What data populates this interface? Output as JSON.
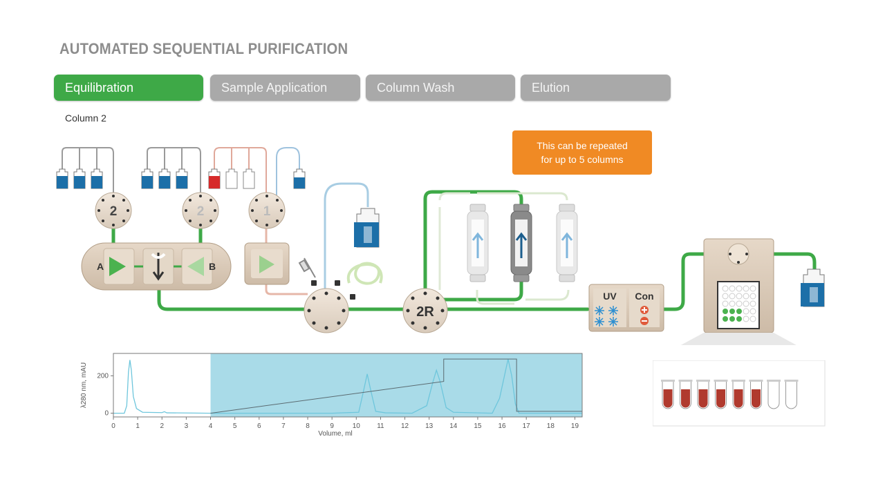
{
  "title": "AUTOMATED SEQUENTIAL PURIFICATION",
  "tabs": [
    {
      "label": "Equilibration",
      "active": true
    },
    {
      "label": "Sample Application",
      "active": false
    },
    {
      "label": "Column Wash",
      "active": false
    },
    {
      "label": "Elution",
      "active": false
    }
  ],
  "column_label": "Column 2",
  "note": {
    "line1": "This can be repeated",
    "line2": "for up to 5 columns"
  },
  "valves": {
    "left": "2",
    "middle": "2",
    "right": "1",
    "column_valve": "2R"
  },
  "pump_labels": {
    "a": "A",
    "b": "B"
  },
  "detector": {
    "uv": "UV",
    "con": "Con"
  },
  "colors": {
    "active_tab": "#3ea947",
    "inactive_tab": "#a9a9a9",
    "flow": "#3ea947",
    "note": "#f08a24",
    "buffer": "#1c6fa8",
    "fraction": "#b03a2e"
  },
  "chart_data": {
    "type": "line",
    "xlabel": "Volume, ml",
    "ylabel": "λ280 nm, mAU",
    "xlim": [
      0,
      19.3
    ],
    "ylim": [
      -20,
      320
    ],
    "xticks": [
      0,
      1,
      2,
      3,
      4,
      5,
      6,
      7,
      8,
      9,
      10,
      11,
      12,
      13,
      14,
      15,
      16,
      17,
      18,
      19
    ],
    "yticks": [
      0,
      200
    ],
    "highlight": {
      "from": 4,
      "to": 19.3
    },
    "series": [
      {
        "values": [
          [
            0,
            0
          ],
          [
            0.45,
            0
          ],
          [
            0.55,
            40
          ],
          [
            0.62,
            220
          ],
          [
            0.68,
            285
          ],
          [
            0.74,
            230
          ],
          [
            0.82,
            90
          ],
          [
            0.95,
            25
          ],
          [
            1.2,
            5
          ],
          [
            2,
            3
          ],
          [
            2.1,
            8
          ],
          [
            2.2,
            2
          ],
          [
            4,
            0
          ],
          [
            9,
            0
          ],
          [
            10.1,
            5
          ],
          [
            10.3,
            120
          ],
          [
            10.45,
            210
          ],
          [
            10.6,
            120
          ],
          [
            10.8,
            10
          ],
          [
            11.2,
            2
          ],
          [
            12.3,
            0
          ],
          [
            12.9,
            40
          ],
          [
            13.15,
            165
          ],
          [
            13.3,
            230
          ],
          [
            13.45,
            170
          ],
          [
            13.7,
            30
          ],
          [
            14,
            5
          ],
          [
            15.6,
            0
          ],
          [
            15.9,
            80
          ],
          [
            16.1,
            200
          ],
          [
            16.25,
            290
          ],
          [
            16.4,
            200
          ],
          [
            16.55,
            50
          ],
          [
            16.7,
            0
          ],
          [
            19.3,
            0
          ]
        ]
      },
      {
        "values": [
          [
            4,
            0
          ],
          [
            13.6,
            170
          ],
          [
            13.6,
            290
          ],
          [
            16.6,
            290
          ],
          [
            16.6,
            10
          ],
          [
            19.3,
            10
          ]
        ]
      }
    ]
  }
}
